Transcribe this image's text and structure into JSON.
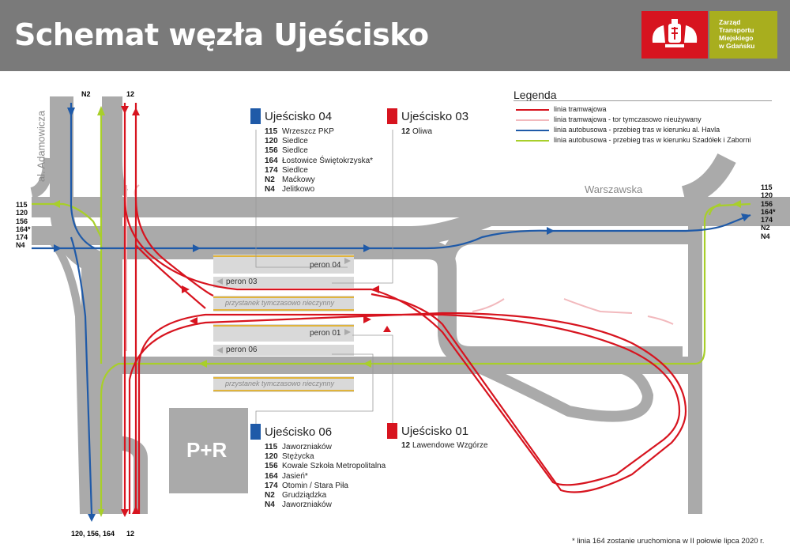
{
  "header": {
    "title": "Schemat węzła Ujeścisko",
    "logo_lines": [
      "Zarząd",
      "Transportu",
      "Miejskiego",
      "w Gdańsku"
    ]
  },
  "colors": {
    "tram": "#d7141f",
    "tram_unused": "#f2b9bd",
    "bus_havla": "#1f5aa8",
    "bus_szadolek": "#a8cf2a",
    "road": "#aaaaaa",
    "platform": "#d9d9d9",
    "platform_edge": "#e0b43c",
    "header_bg": "#7a7a7a"
  },
  "map": {
    "street_adamowicza": "al. Adamowicza",
    "street_warszawska": "Warszawska",
    "park_ride": "P+R",
    "top_label_n2": "N2",
    "top_label_12": "12",
    "bottom_label_left": "120, 156, 164",
    "bottom_label_right": "12",
    "left_lines": [
      "115",
      "120",
      "156",
      "164*",
      "174",
      "N4"
    ],
    "right_lines": [
      "115",
      "120",
      "156",
      "164*",
      "174",
      "N2",
      "N4"
    ],
    "platforms": {
      "peron_04": "peron 04",
      "peron_03": "peron 03",
      "temp_upper": "przystanek tymczasowo nieczynny",
      "peron_01": "peron 01",
      "peron_06": "peron 06",
      "temp_lower": "przystanek tymczasowo nieczynny"
    }
  },
  "stops": {
    "s04": {
      "name": "Ujeścisko 04",
      "lines": [
        {
          "num": "115",
          "dest": "Wrzeszcz PKP"
        },
        {
          "num": "120",
          "dest": "Siedlce"
        },
        {
          "num": "156",
          "dest": "Siedlce"
        },
        {
          "num": "164",
          "dest": "Łostowice Świętokrzyska*"
        },
        {
          "num": "174",
          "dest": "Siedlce"
        },
        {
          "num": "N2",
          "dest": "Maćkowy"
        },
        {
          "num": "N4",
          "dest": "Jelitkowo"
        }
      ]
    },
    "s03": {
      "name": "Ujeścisko 03",
      "lines": [
        {
          "num": "12",
          "dest": "Oliwa"
        }
      ]
    },
    "s06": {
      "name": "Ujeścisko 06",
      "lines": [
        {
          "num": "115",
          "dest": "Jaworzniaków"
        },
        {
          "num": "120",
          "dest": "Stężycka"
        },
        {
          "num": "156",
          "dest": "Kowale Szkoła Metropolitalna"
        },
        {
          "num": "164",
          "dest": "Jasień*"
        },
        {
          "num": "174",
          "dest": "Otomin / Stara Piła"
        },
        {
          "num": "N2",
          "dest": "Grudziądzka"
        },
        {
          "num": "N4",
          "dest": "Jaworzniaków"
        }
      ]
    },
    "s01": {
      "name": "Ujeścisko 01",
      "lines": [
        {
          "num": "12",
          "dest": "Lawendowe Wzgórze"
        }
      ]
    }
  },
  "legend": {
    "title": "Legenda",
    "items": [
      {
        "label": "linia tramwajowa",
        "color": "#d7141f"
      },
      {
        "label": "linia tramwajowa - tor tymczasowo nieużywany",
        "color": "#f2b9bd"
      },
      {
        "label": "linia autobusowa - przebieg tras w kierunku al. Havla",
        "color": "#1f5aa8"
      },
      {
        "label": "linia autobusowa - przebieg tras w kierunku Szadółek i Zaborni",
        "color": "#a8cf2a"
      }
    ]
  },
  "footnote": "* linia 164 zostanie uruchomiona w II połowie lipca 2020 r."
}
